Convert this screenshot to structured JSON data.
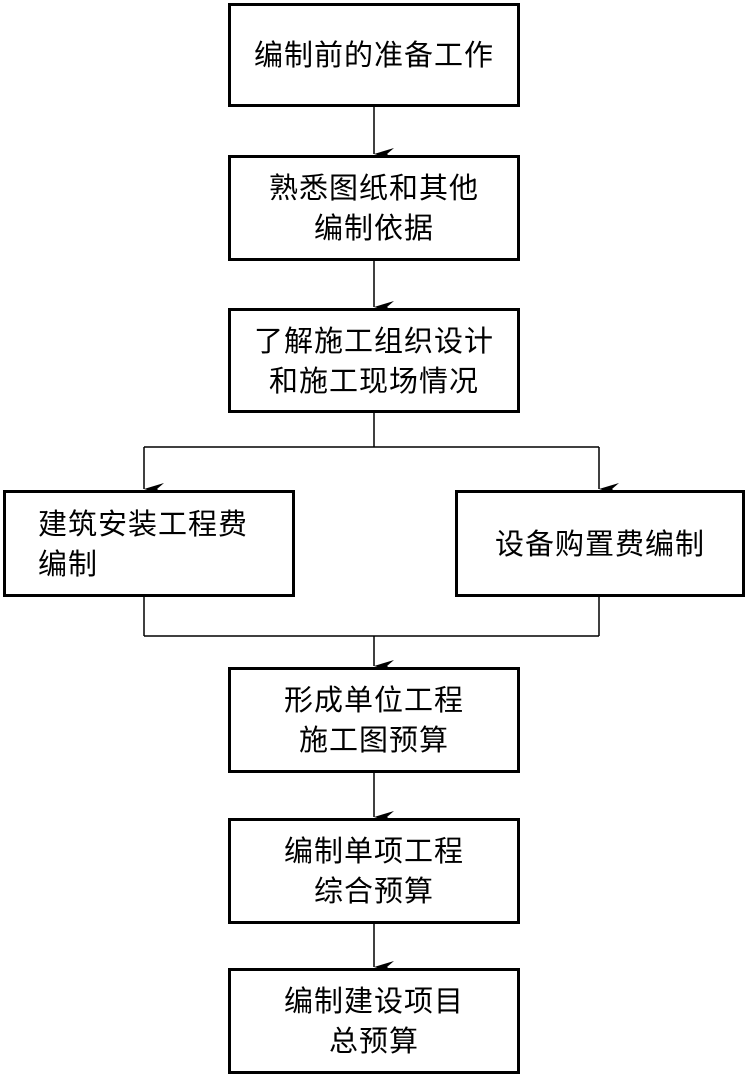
{
  "flowchart": {
    "steps": [
      {
        "id": "prepare",
        "lines": [
          "编制前的准备工作"
        ]
      },
      {
        "id": "drawings",
        "lines": [
          "熟悉图纸和其他",
          "编制依据"
        ]
      },
      {
        "id": "construction",
        "lines": [
          "了解施工组织设计",
          "和施工现场情况"
        ]
      },
      {
        "id": "building",
        "lines": [
          "建筑安装工程费",
          "编制"
        ]
      },
      {
        "id": "equipment",
        "lines": [
          "设备购置费编制"
        ]
      },
      {
        "id": "unit",
        "lines": [
          "形成单位工程",
          "施工图预算"
        ]
      },
      {
        "id": "single",
        "lines": [
          "编制单项工程",
          "综合预算"
        ]
      },
      {
        "id": "total",
        "lines": [
          "编制建设项目",
          "总预算"
        ]
      }
    ],
    "line_color": "#000000",
    "box_border_color": "#000000"
  }
}
